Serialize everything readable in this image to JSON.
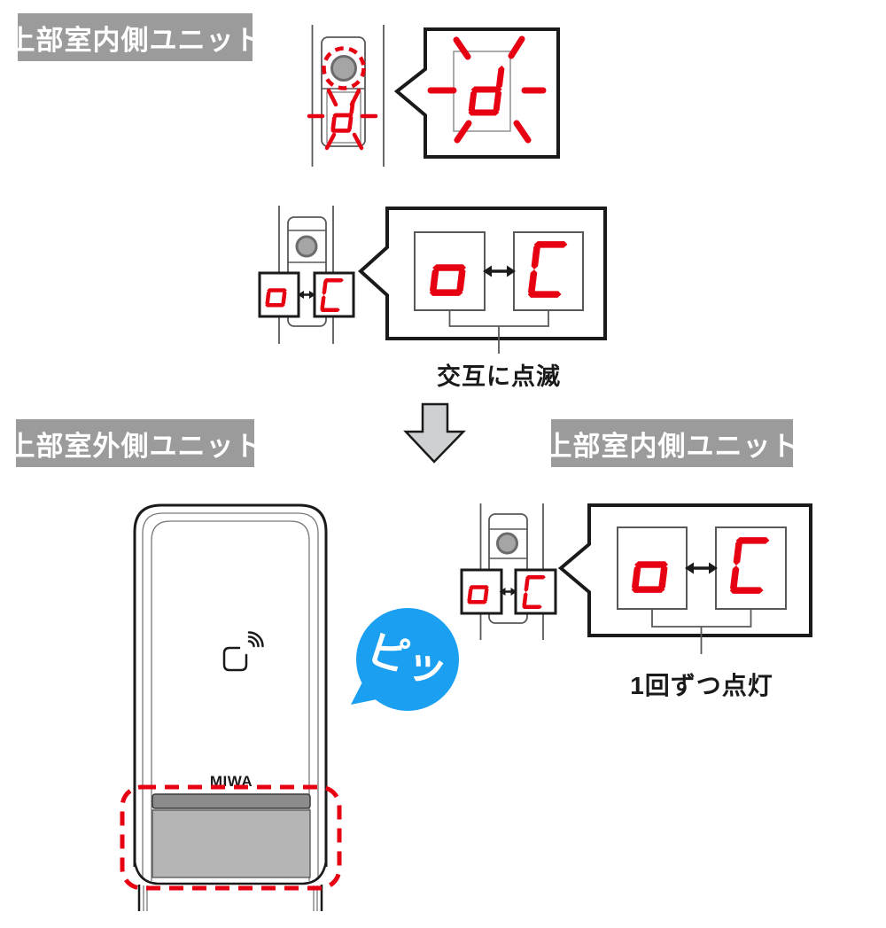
{
  "colors": {
    "red": "#e60012",
    "blue": "#1b9ff0",
    "label_bg": "#9b9b9b",
    "line_gray": "#595757",
    "panel_gray": "#b5b5b5",
    "bar_gray": "#8b8b8b",
    "arrow_fill": "#cdd1d1"
  },
  "labels": {
    "top_indoor_unit": "上部室内側ユニット",
    "outdoor_unit": "上部室外側ユニット",
    "indoor_unit": "上部室内側ユニット"
  },
  "displays": {
    "step1": {
      "char": "d"
    },
    "step2": {
      "left": "o",
      "right": "C"
    },
    "step3": {
      "left": "o",
      "right": "C"
    }
  },
  "captions": {
    "alternate_blink": "交互に点滅",
    "light_once": "1回ずつ点灯"
  },
  "sound_bubble": {
    "text": "ピッ"
  },
  "brand": {
    "logo": "MIWA"
  },
  "icons": {
    "nfc": "contactless-reader-icon",
    "double_arrow": "left-right-arrow-icon",
    "down_arrow": "down-arrow-icon",
    "blink_marks": "blink-rays-icon"
  }
}
